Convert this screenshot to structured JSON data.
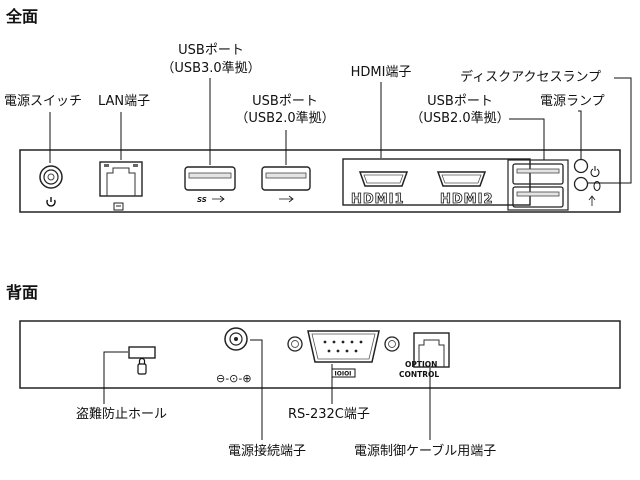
{
  "front": {
    "title": "全面",
    "labels": {
      "power_switch": "電源スイッチ",
      "lan_port": "LAN端子",
      "usb30_line1": "USBポート",
      "usb30_line2": "（USB3.0準拠）",
      "usb20a_line1": "USBポート",
      "usb20a_line2": "（USB2.0準拠）",
      "hdmi_port": "HDMI端子",
      "usb20b_line1": "USBポート",
      "usb20b_line2": "（USB2.0準拠）",
      "disk_access_lamp": "ディスクアクセスランプ",
      "power_lamp": "電源ランプ"
    },
    "panel_markings": {
      "hdmi1": "HDMI1",
      "hdmi2": "HDMI2",
      "ss_mark": "SS"
    }
  },
  "back": {
    "title": "背面",
    "labels": {
      "security_slot": "盗難防止ホール",
      "power_connector": "電源接続端子",
      "rs232c": "RS-232C端子",
      "power_control_cable": "電源制御ケーブル用端子"
    },
    "panel_markings": {
      "ioioi": "IOIOI",
      "option_line1": "OPTION",
      "option_line2": "CONTROL",
      "polarity": "⊖-⊙-⊕"
    }
  },
  "colors": {
    "line": "#111111",
    "panel_stroke": "#222222"
  }
}
